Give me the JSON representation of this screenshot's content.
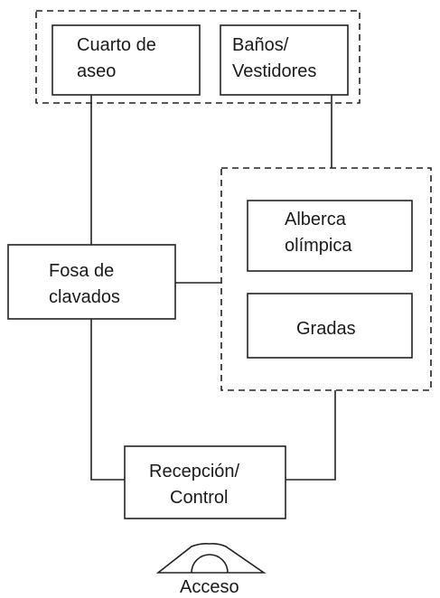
{
  "groups": {
    "services": {
      "rooms": [
        {
          "lines": [
            "Cuarto de",
            "aseo"
          ]
        },
        {
          "lines": [
            "Baños/",
            "Vestidores"
          ]
        }
      ]
    },
    "pool_area": {
      "rooms": [
        {
          "lines": [
            "Alberca",
            "olímpica"
          ]
        },
        {
          "lines": [
            "Gradas"
          ]
        }
      ]
    }
  },
  "fosa": {
    "lines": [
      "Fosa de",
      "clavados"
    ]
  },
  "reception": {
    "lines": [
      "Recepción/",
      "Control"
    ]
  },
  "entrance": {
    "label": "Acceso"
  }
}
